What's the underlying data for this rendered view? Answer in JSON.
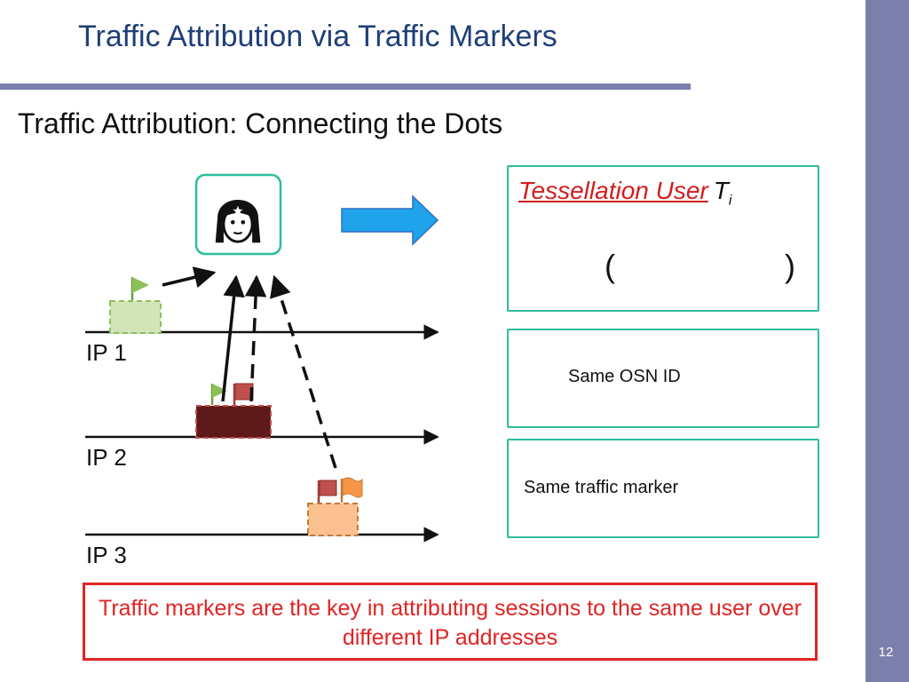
{
  "slide": {
    "title": "Traffic Attribution via Traffic Markers",
    "subtitle": "Traffic Attribution: Connecting the Dots",
    "page_number": "12"
  },
  "timeline": {
    "ip_labels": [
      "IP 1",
      "IP 2",
      "IP 3"
    ]
  },
  "user_panel": {
    "title": "Tessellation User",
    "symbol": "T",
    "symbol_subscript": "i",
    "open_paren": "(",
    "close_paren": ")",
    "icons": [
      "user-avatar-icon",
      "green-flag-icon",
      "red-flag-icon",
      "orange-wave-flag-icon"
    ]
  },
  "legend": {
    "osn_label": "Same OSN ID",
    "marker_label": "Same traffic marker"
  },
  "callout": {
    "text": "Traffic markers are the key in attributing sessions to the same user over different IP addresses"
  },
  "colors": {
    "accent_bar": "#7b7fab",
    "title": "#1f3f77",
    "panel_border": "#2dbd9d",
    "callout": "#e02424",
    "green_flag": "#8dc05a",
    "red_flag": "#c0504d",
    "orange_flag": "#f79646",
    "arrow_blue": "#1fa4ec"
  }
}
